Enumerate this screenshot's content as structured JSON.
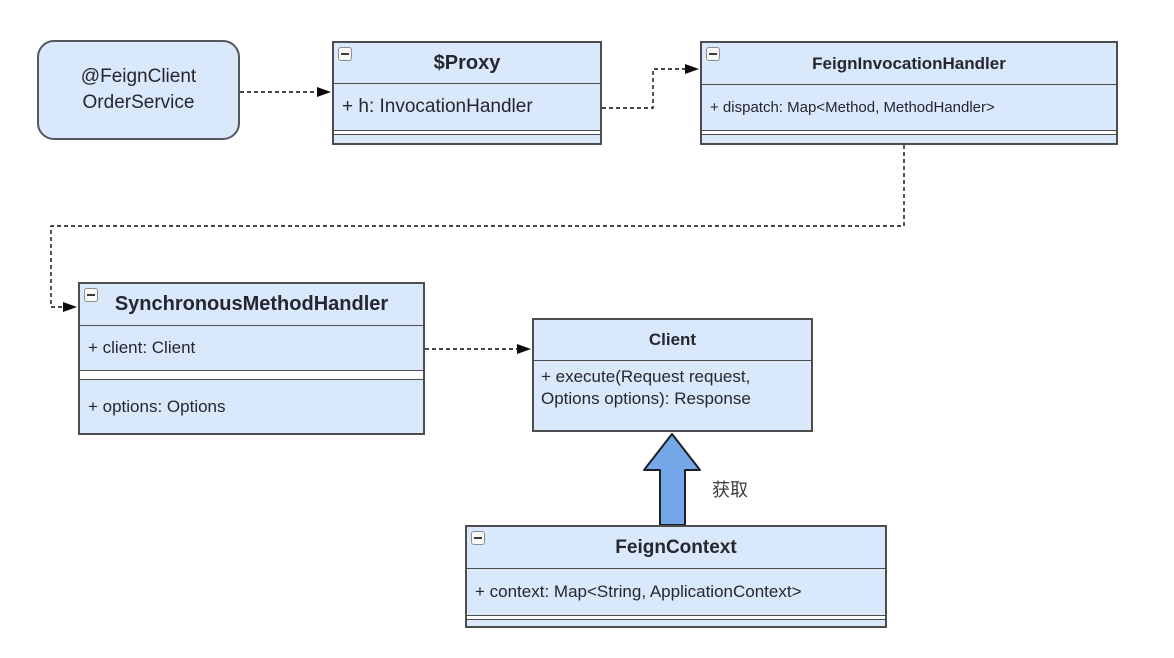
{
  "diagram": {
    "type": "uml-class-diagram",
    "colors": {
      "node_fill": "#dae8fc",
      "node_border": "#4d4d4d",
      "edge": "#0b0b0b",
      "arrow_fill": "#74a7e8",
      "background": "#ffffff"
    },
    "icons": {
      "collapse": "minus-square"
    },
    "nodes": {
      "feign_client": {
        "line1": "@FeignClient",
        "line2": "OrderService"
      },
      "proxy": {
        "title": "$Proxy",
        "attr1": "+ h: InvocationHandler"
      },
      "feign_invocation_handler": {
        "title": "FeignInvocationHandler",
        "attr1": "+ dispatch: Map<Method, MethodHandler>"
      },
      "synchronous_method_handler": {
        "title": "SynchronousMethodHandler",
        "attr1": "+ client: Client",
        "attr2": "+ options: Options"
      },
      "client": {
        "title": "Client",
        "method_line1": "+ execute(Request request,",
        "method_line2": "Options options): Response"
      },
      "feign_context": {
        "title": "FeignContext",
        "attr1": "+ context: Map<String, ApplicationContext>"
      }
    },
    "edges": {
      "get_label": "获取"
    }
  }
}
